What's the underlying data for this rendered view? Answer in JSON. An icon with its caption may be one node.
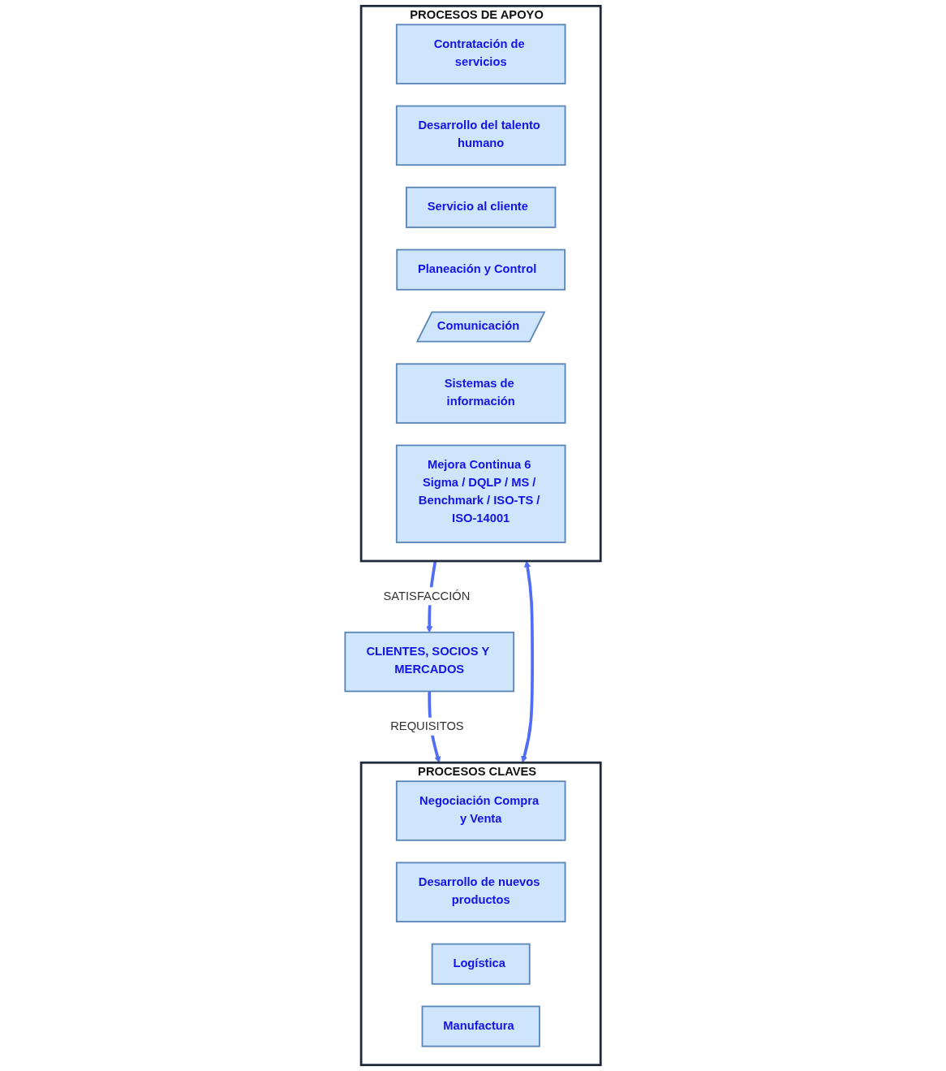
{
  "diagram": {
    "nodes": [
      {
        "text": [
          "PROCESOS CLAVES"
        ]
      },
      {
        "text": [
          "Negociación Compra y Venta"
        ],
        "in": 0
      },
      {
        "text": [
          "Desarrollo de nuevos productos"
        ],
        "in": 0
      },
      {
        "text": [
          "Logística"
        ],
        "in": 0
      },
      {
        "text": [
          "Manufactura"
        ],
        "in": 0
      },
      {
        "text": [
          "CLIENTES, SOCIOS Y MERCADOS"
        ]
      },
      {
        "text": [
          "PROCESOS DE APOYO"
        ]
      },
      {
        "text": [
          "Contratación de servicios"
        ],
        "in": 6
      },
      {
        "text": [
          "Desarrollo del talento humano"
        ],
        "in": 6
      },
      {
        "text": [
          "Servicio al cliente"
        ],
        "in": 6
      },
      {
        "text": [
          "Planeación y Control"
        ],
        "in": 6
      },
      {
        "text": [
          "Comunicación"
        ],
        "in": 6
      },
      {
        "text": [
          "Sistemas de información"
        ],
        "in": 6
      },
      {
        "text": [
          "Mejora Continua 6 Sigma / DQLP / MS / Benchmark / ISO-TS / ISO-14001"
        ],
        "in": 6
      }
    ],
    "edges": [
      {
        "from": 5,
        "to": 0,
        "arrow": "to",
        "label": "REQUISITOS"
      },
      {
        "from": 0,
        "to": 6,
        "arrow": "both"
      },
      {
        "from": 6,
        "to": 5,
        "arrow": "to",
        "label": "SATISFACCIÓN"
      }
    ]
  }
}
